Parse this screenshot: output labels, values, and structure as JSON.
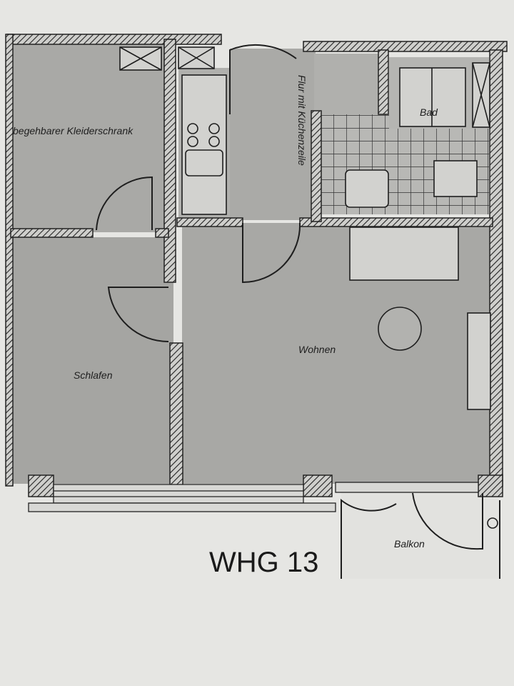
{
  "plan": {
    "title": "WHG 13",
    "rooms": [
      {
        "id": "walk-in-closet",
        "label": "begehbarer Kleiderschrank"
      },
      {
        "id": "hallway-kitchen",
        "label": "Flur mit Küchenzeile"
      },
      {
        "id": "bathroom",
        "label": "Bad"
      },
      {
        "id": "bedroom",
        "label": "Schlafen"
      },
      {
        "id": "living",
        "label": "Wohnen"
      },
      {
        "id": "balcony",
        "label": "Balkon"
      }
    ]
  },
  "colors": {
    "paper": "#e6e6e3",
    "room_fill": "#a9a9a6",
    "wall": "#2a2a2a",
    "fixture": "#d2d2cf"
  }
}
